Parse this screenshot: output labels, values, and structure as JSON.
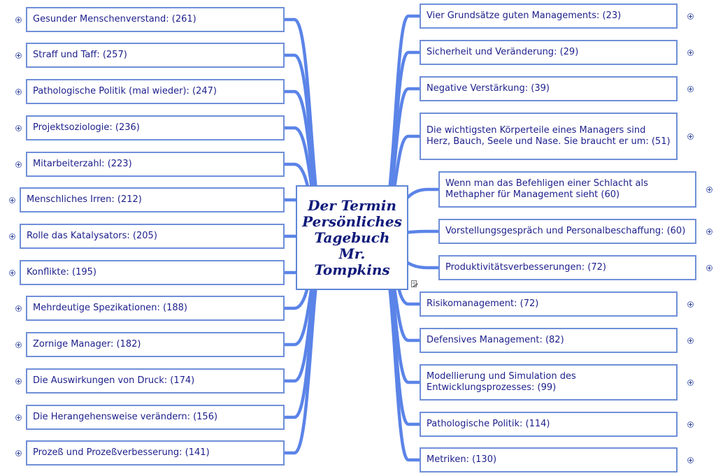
{
  "central": {
    "lines": [
      "Der Termin",
      "Persönliches",
      "Tagebuch",
      "Mr.",
      "Tompkins"
    ]
  },
  "left_topics": [
    {
      "label": "Gesunder Menschenverstand: (261)"
    },
    {
      "label": "Straff und Taff: (257)"
    },
    {
      "label": "Pathologische Politik (mal wieder): (247)"
    },
    {
      "label": "Projektsoziologie: (236)"
    },
    {
      "label": "Mitarbeiterzahl: (223)"
    },
    {
      "label": "Menschliches Irren: (212)"
    },
    {
      "label": "Rolle das Katalysators: (205)"
    },
    {
      "label": "Konflikte: (195)"
    },
    {
      "label": "Mehrdeutige Spezikationen: (188)"
    },
    {
      "label": "Zornige Manager: (182)"
    },
    {
      "label": "Die Auswirkungen von Druck: (174)"
    },
    {
      "label": "Die Herangehensweise verändern: (156)"
    },
    {
      "label": "Prozeß und Prozeßverbesserung: (141)"
    }
  ],
  "right_topics": [
    {
      "label": "Vier Grundsätze guten Managements: (23)"
    },
    {
      "label": "Sicherheit und Veränderung: (29)"
    },
    {
      "label": "Negative Verstärkung: (39)"
    },
    {
      "label": "Die wichtigsten Körperteile eines Managers sind Herz, Bauch, Seele und Nase. Sie braucht er um: (51)"
    },
    {
      "label": "Wenn man das Befehligen einer Schlacht als Methapher für Management sieht (60)"
    },
    {
      "label": "Vorstellungsgespräch und Personalbeschaffung: (60)"
    },
    {
      "label": "Produktivitätsverbesserungen: (72)"
    },
    {
      "label": "Risikomanagement: (72)"
    },
    {
      "label": "Defensives Management: (82)"
    },
    {
      "label": "Modellierung und Simulation des Entwicklungsprozesses: (99)"
    },
    {
      "label": "Pathologische Politik: (114)"
    },
    {
      "label": "Metriken: (130)"
    }
  ],
  "colors": {
    "connector": "#5b84e8",
    "node_border": "#6f8fd8",
    "text": "#1d1f8c"
  }
}
